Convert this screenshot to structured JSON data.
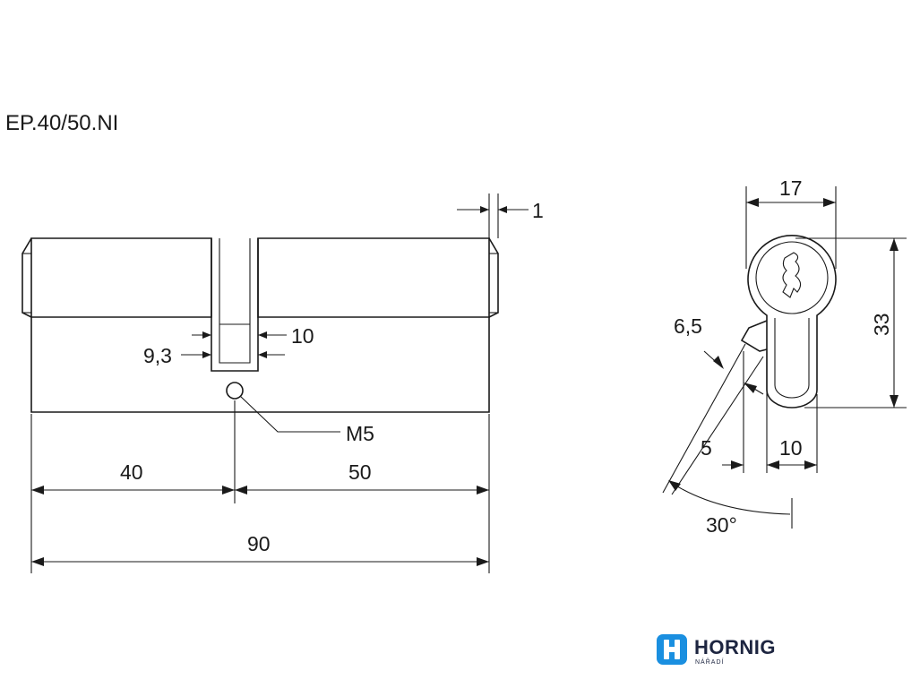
{
  "title": "EP.40/50.NI",
  "side_view": {
    "dim_total": "90",
    "dim_left": "40",
    "dim_right": "50",
    "dim_cam_outer": "10",
    "dim_cam_inner": "9,3",
    "dim_ring": "1",
    "screw_label": "M5"
  },
  "front_view": {
    "dim_width": "17",
    "dim_height": "33",
    "dim_cam": "6,5",
    "dim_offset": "5",
    "dim_bottom": "10",
    "dim_angle": "30°"
  },
  "brand": {
    "name": "HORNIG",
    "sub": "NÁŘADÍ",
    "color": "#1a8fe0",
    "text_color": "#1d2540"
  }
}
